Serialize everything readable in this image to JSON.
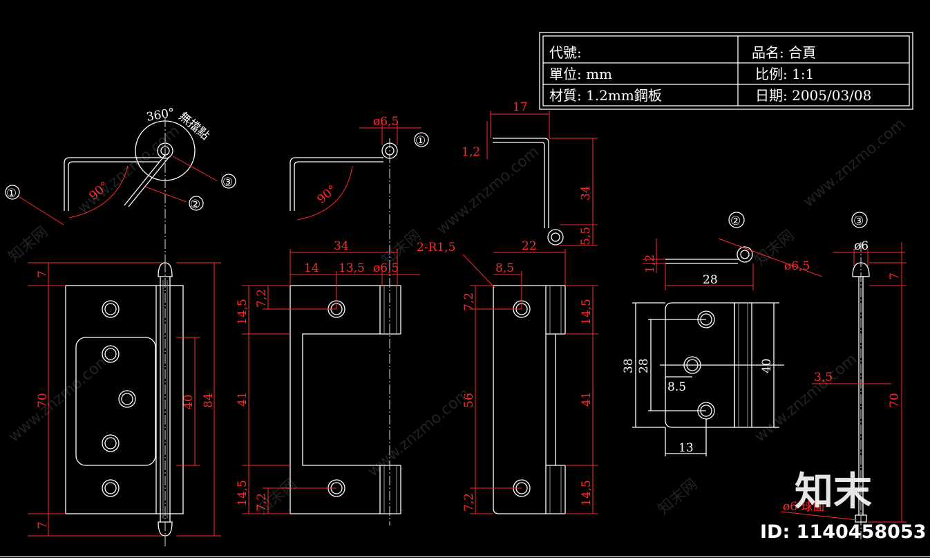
{
  "title_block": {
    "code_label": "代號:",
    "name": "品名: 合頁",
    "unit": "單位: mm",
    "scale": "比例: 1:1",
    "material": "材質: 1.2mm鋼板",
    "date": "日期: 2005/03/08"
  },
  "notes": {
    "rotation": "360°",
    "no_stop": "無擋點",
    "angle_left": "90°",
    "angle_mid": "90°"
  },
  "callouts": {
    "c1": "①",
    "c2": "②",
    "c3": "③"
  },
  "dims": {
    "front": {
      "d7_top": "7",
      "d70": "70",
      "d84": "84",
      "d40": "40",
      "d7_bottom": "7"
    },
    "leaf": {
      "d34": "34",
      "d14": "14",
      "d13_5": "13,5",
      "d6_5": "ø6,5",
      "d6_5_top": "ø6,5",
      "d14_5_top": "14,5",
      "d7_2_top": "7,2",
      "d41": "41",
      "d14_5_bottom": "14,5",
      "d7_2_bottom": "7,2"
    },
    "side": {
      "d17": "17",
      "d1_2": "1,2",
      "d34v": "34",
      "d5_5": "5,5",
      "r1_5": "2-R1,5",
      "d22": "22",
      "d8_5": "8,5",
      "d7_2_top": "7,2",
      "d14_5_top": "14,5",
      "d56": "56",
      "d41": "41",
      "d7_2_bottom": "7,2",
      "d14_5_bottom": "14,5"
    },
    "part2": {
      "d1_2": "1,2",
      "d6_5": "ø6,5",
      "d28h": "28",
      "d38": "38",
      "d28v": "28",
      "d40": "40",
      "d8_5": "8.5",
      "d13": "13"
    },
    "part3": {
      "d6": "ø6",
      "d7": "7",
      "d3_5": "3,5",
      "d70": "70",
      "ball": "ø6 球面"
    }
  },
  "watermark": {
    "site": "www.znzmo.com",
    "brand": "知末网",
    "logo": "知末",
    "id": "ID: 1140458053"
  }
}
